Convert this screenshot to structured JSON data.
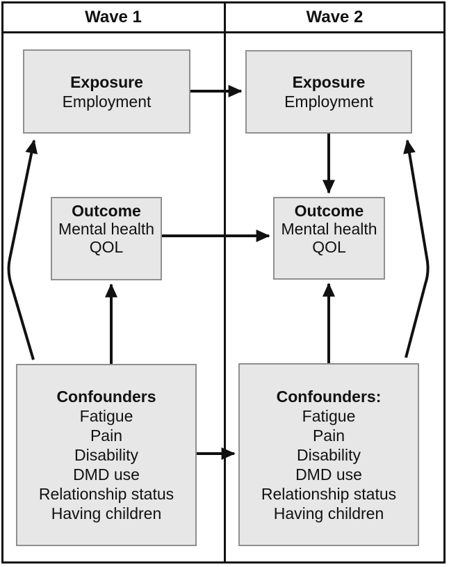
{
  "header": {
    "wave1_label": "Wave 1",
    "wave2_label": "Wave 2"
  },
  "wave1": {
    "exposure": {
      "title": "Exposure",
      "subtitle": "Employment"
    },
    "outcome": {
      "title": "Outcome",
      "line1": "Mental health",
      "line2": "QOL"
    },
    "confounders": {
      "title": "Confounders",
      "items": [
        "Fatigue",
        "Pain",
        "Disability",
        "DMD use",
        "Relationship status",
        "Having children"
      ]
    }
  },
  "wave2": {
    "exposure": {
      "title": "Exposure",
      "subtitle": "Employment"
    },
    "outcome": {
      "title": "Outcome",
      "line1": "Mental health",
      "line2": "QOL"
    },
    "confounders": {
      "title": "Confounders:",
      "items": [
        "Fatigue",
        "Pain",
        "Disability",
        "DMD use",
        "Relationship status",
        "Having children"
      ]
    }
  },
  "edges": [
    {
      "from": "wave1-exposure",
      "to": "wave2-exposure",
      "shape": "straight-horizontal"
    },
    {
      "from": "wave1-outcome",
      "to": "wave2-outcome",
      "shape": "straight-horizontal"
    },
    {
      "from": "wave1-confounders",
      "to": "wave2-confounders",
      "shape": "straight-horizontal"
    },
    {
      "from": "wave2-exposure",
      "to": "wave2-outcome",
      "shape": "straight-vertical"
    },
    {
      "from": "wave1-confounders",
      "to": "wave1-outcome",
      "shape": "straight-vertical"
    },
    {
      "from": "wave2-confounders",
      "to": "wave2-outcome",
      "shape": "straight-vertical"
    },
    {
      "from": "wave1-confounders",
      "to": "wave1-exposure",
      "shape": "curved-left"
    },
    {
      "from": "wave2-confounders",
      "to": "wave2-exposure",
      "shape": "curved-right"
    }
  ],
  "colors": {
    "box_fill": "#e7e7e7",
    "box_border": "#8f8f8f",
    "line": "#111111",
    "background": "#ffffff",
    "text": "#111111"
  }
}
